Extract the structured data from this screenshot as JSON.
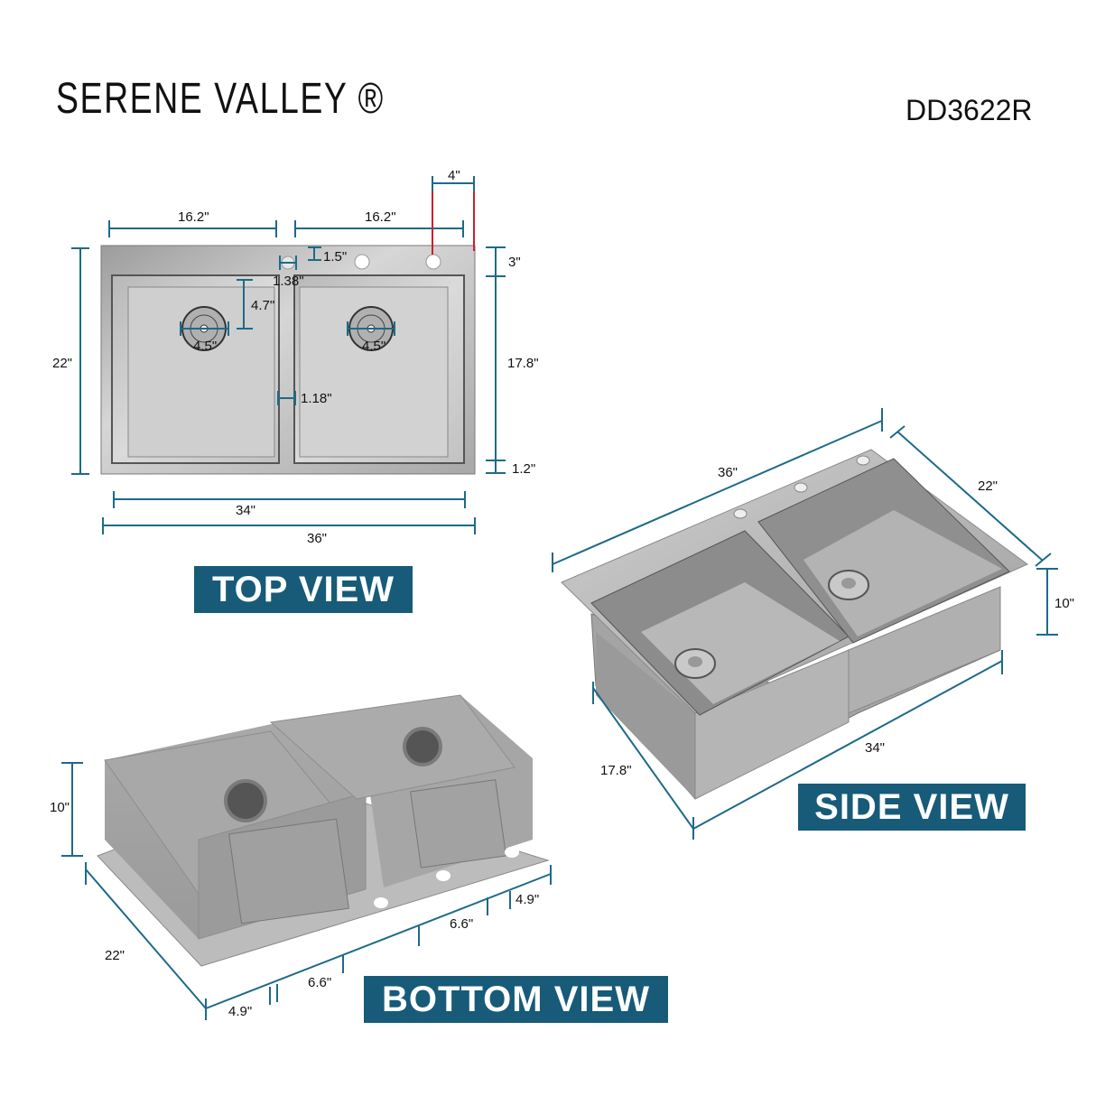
{
  "header": {
    "brand": "SERENE VALLEY ®",
    "model": "DD3622R"
  },
  "colors": {
    "dimension_line": "#1e6a88",
    "badge_bg": "#175b78",
    "badge_text": "#ffffff",
    "red_marker": "#cc1f2d",
    "steel_light": "#d4d4d4",
    "steel_dark": "#8a8a8a"
  },
  "top_view": {
    "label": "TOP VIEW",
    "dims": {
      "faucet_offset": "4\"",
      "left_bowl_width": "16.2\"",
      "right_bowl_width": "16.2\"",
      "hole_offset_top": "1.5\"",
      "hole_diameter": "1.38\"",
      "drain_offset": "4.7\"",
      "left_drain_diameter": "4.5\"",
      "right_drain_diameter": "4.5\"",
      "divider_width": "1.18\"",
      "overall_depth": "22\"",
      "deck_depth": "3\"",
      "bowl_depth": "17.8\"",
      "front_rim": "1.2\"",
      "bowl_total_width": "34\"",
      "overall_width": "36\""
    }
  },
  "side_view": {
    "label": "SIDE VIEW",
    "dims": {
      "overall_width": "36\"",
      "overall_depth": "22\"",
      "bowl_height": "10\"",
      "bowl_front_depth": "17.8\"",
      "bowl_total_width": "34\""
    }
  },
  "bottom_view": {
    "label": "BOTTOM VIEW",
    "dims": {
      "bowl_height": "10\"",
      "overall_depth": "22\"",
      "clip_spacing_a": "6.6\"",
      "clip_spacing_b": "6.6\"",
      "edge_offset_right": "4.9\"",
      "edge_offset_left": "4.9\""
    }
  }
}
